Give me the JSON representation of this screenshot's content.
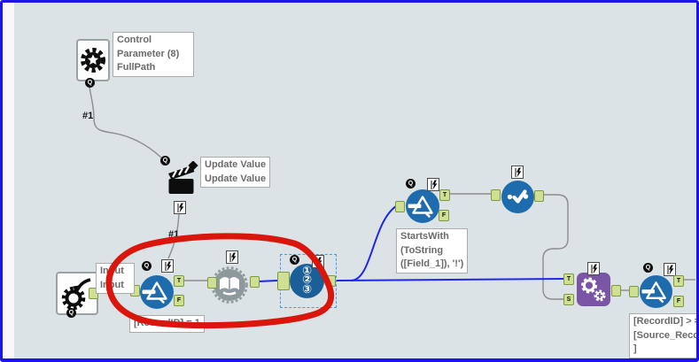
{
  "workflow": {
    "anchors": {
      "q": "Q",
      "t": "T",
      "f": "F",
      "s": "S"
    },
    "connection_labels": {
      "first": "#1",
      "second": "#1"
    },
    "tools": {
      "control_parameter": {
        "annotation_lines": [
          "Control",
          "Parameter (8)",
          "FullPath"
        ]
      },
      "update_value": {
        "annotation_lines": [
          "Update Value",
          "Update Value"
        ]
      },
      "macro_input": {
        "annotation_lines": [
          "Input",
          "Input"
        ]
      },
      "filter_record_id": {
        "annotation": "[RecordID] = 1"
      },
      "record_id": {
        "digits": [
          "①",
          "②",
          "③"
        ]
      },
      "filter_startswith": {
        "annotation_lines": [
          "StartsWith",
          "(ToString",
          "([Field_1]), '!')"
        ]
      },
      "filter_source_record": {
        "annotation_lines": [
          "[RecordID] > =",
          "[Source_Record",
          "]"
        ]
      }
    },
    "colors": {
      "canvas_background": "#dce3e6",
      "frame_border": "#1b13e9",
      "tool_blue": "#1e6bae",
      "record_id_blue": "#1b5f98",
      "macro_gray": "#8e999e",
      "append_purple": "#7a55a5",
      "anchor_green": "#cfe093",
      "selection_blue": "#3e9ce8",
      "wire_gray": "#8c8c8c",
      "wire_selected_blue": "#1f27ef",
      "annotation_red": "#da150b"
    }
  }
}
